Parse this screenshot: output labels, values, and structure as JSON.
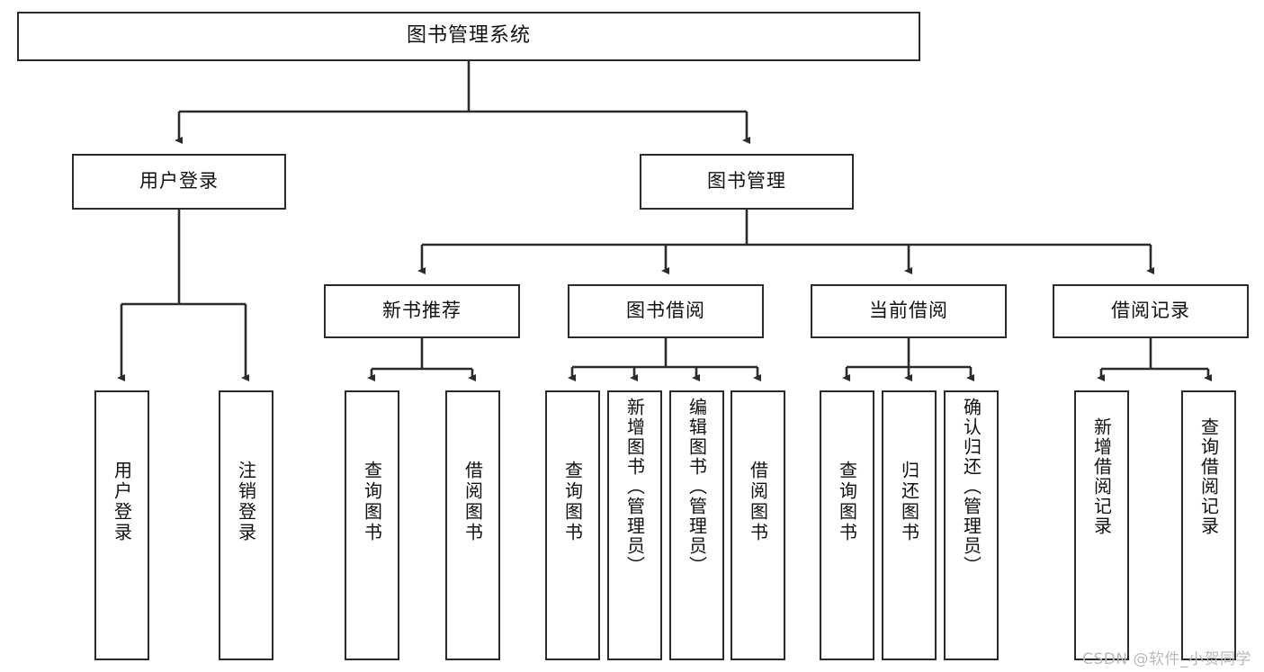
{
  "diagram": {
    "type": "tree-hierarchy",
    "title": "图书管理系统",
    "root": {
      "id": "root",
      "label": "图书管理系统"
    },
    "level2": [
      {
        "id": "login",
        "label": "用户登录"
      },
      {
        "id": "bookmgmt",
        "label": "图书管理"
      }
    ],
    "level3": [
      {
        "id": "newbook",
        "label": "新书推荐",
        "parent": "bookmgmt"
      },
      {
        "id": "borrow",
        "label": "图书借阅",
        "parent": "bookmgmt"
      },
      {
        "id": "current",
        "label": "当前借阅",
        "parent": "bookmgmt"
      },
      {
        "id": "records",
        "label": "借阅记录",
        "parent": "bookmgmt"
      }
    ],
    "leaves": [
      {
        "id": "leaf-login-1",
        "label": "用户登录",
        "parent": "login"
      },
      {
        "id": "leaf-login-2",
        "label": "注销登录",
        "parent": "login"
      },
      {
        "id": "leaf-new-1",
        "label": "查询图书",
        "parent": "newbook"
      },
      {
        "id": "leaf-new-2",
        "label": "借阅图书",
        "parent": "newbook"
      },
      {
        "id": "leaf-borrow-1",
        "label": "查询图书",
        "parent": "borrow"
      },
      {
        "id": "leaf-borrow-2",
        "label": "新增图书（管理员）",
        "parent": "borrow"
      },
      {
        "id": "leaf-borrow-3",
        "label": "编辑图书（管理员）",
        "parent": "borrow"
      },
      {
        "id": "leaf-borrow-4",
        "label": "借阅图书",
        "parent": "borrow"
      },
      {
        "id": "leaf-cur-1",
        "label": "查询图书",
        "parent": "current"
      },
      {
        "id": "leaf-cur-2",
        "label": "归还图书",
        "parent": "current"
      },
      {
        "id": "leaf-cur-3",
        "label": "确认归还（管理员）",
        "parent": "current"
      },
      {
        "id": "leaf-rec-1",
        "label": "新增借阅记录",
        "parent": "records"
      },
      {
        "id": "leaf-rec-2",
        "label": "查询借阅记录",
        "parent": "records"
      }
    ]
  },
  "watermark": {
    "text": "CSDN @软件_小贺同学"
  },
  "colors": {
    "box_border": "#2b2b2b",
    "box_fill": "#ffffff",
    "text": "#111111",
    "connector": "#2b2b2b",
    "watermark": "#b9b9b9",
    "background": "#ffffff"
  }
}
